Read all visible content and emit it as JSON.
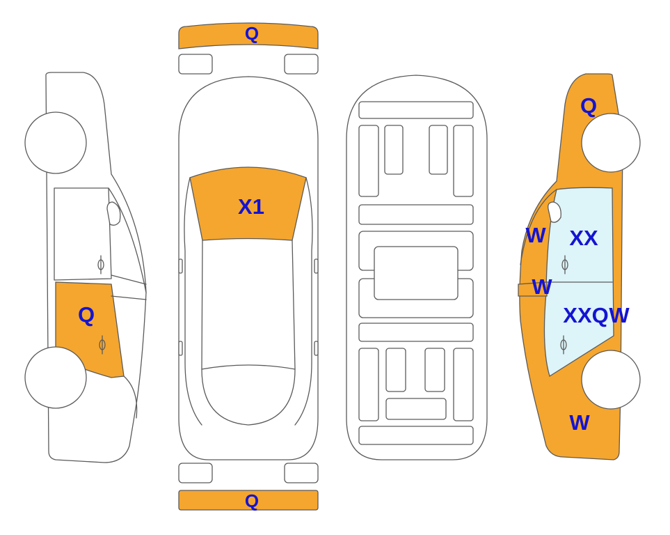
{
  "colors": {
    "damage_fill": "#f5a62e",
    "glass_fill": "#ddf4f8",
    "label_text": "#1414d2",
    "outline": "#5a5a5a"
  },
  "labels": {
    "front_bumper": "Q",
    "rear_bumper": "Q",
    "windshield": "X1",
    "left_rear_door": "Q",
    "right_front_fender": "Q",
    "right_pillar_upper": "W",
    "right_pillar_lower": "W",
    "right_front_glass": "XX",
    "right_rear_glass": "XXQ",
    "right_rear_door_edge": "W",
    "right_rear_quarter": "W"
  }
}
